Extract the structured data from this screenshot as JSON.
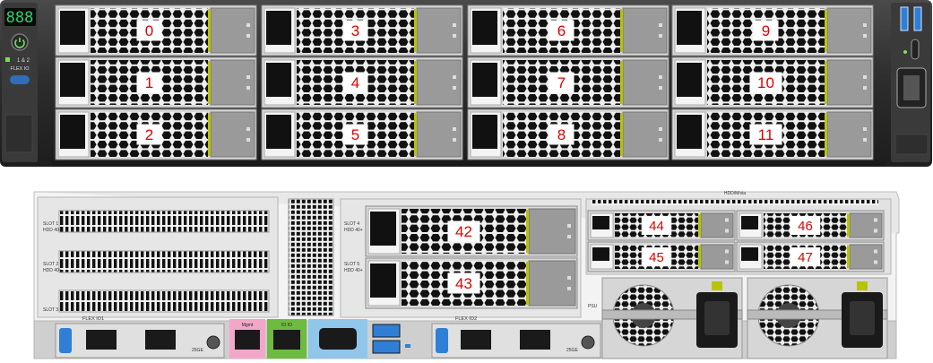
{
  "front": {
    "display": "888",
    "status_text": "1 & 2",
    "flex_io_label": "FLEX IO",
    "bays": [
      {
        "row": 0,
        "col": 0,
        "label": "0"
      },
      {
        "row": 0,
        "col": 1,
        "label": "3"
      },
      {
        "row": 0,
        "col": 2,
        "label": "6"
      },
      {
        "row": 0,
        "col": 3,
        "label": "9"
      },
      {
        "row": 1,
        "col": 0,
        "label": "1"
      },
      {
        "row": 1,
        "col": 1,
        "label": "4"
      },
      {
        "row": 1,
        "col": 2,
        "label": "7"
      },
      {
        "row": 1,
        "col": 3,
        "label": "10"
      },
      {
        "row": 2,
        "col": 0,
        "label": "2"
      },
      {
        "row": 2,
        "col": 1,
        "label": "5"
      },
      {
        "row": 2,
        "col": 2,
        "label": "8"
      },
      {
        "row": 2,
        "col": 3,
        "label": "11"
      }
    ]
  },
  "rear": {
    "slot_labels": [
      {
        "slot": "SLOT 1",
        "tag": "HDD 40+"
      },
      {
        "slot": "SLOT 2",
        "tag": "HDD 40+"
      },
      {
        "slot": "SLOT 3",
        "tag": ""
      },
      {
        "slot": "SLOT 4",
        "tag": "HDD 40+"
      },
      {
        "slot": "SLOT 5",
        "tag": "HDD 40+"
      }
    ],
    "mid_bays": [
      "42",
      "43"
    ],
    "small_bays": [
      {
        "label": "44",
        "pos": 0
      },
      {
        "label": "46",
        "pos": 1
      },
      {
        "label": "45",
        "pos": 2
      },
      {
        "label": "47",
        "pos": 3
      }
    ],
    "hdd_tag": "HDD/M/via",
    "flex_io1": "FLEX IO1",
    "flex_io2": "FLEX IO2",
    "mgmt": "Mgmt",
    "io_label": "IO IO",
    "psu_label": "PSU",
    "port_label": "25GE"
  },
  "colors": {
    "chassis": "#2b2b2b",
    "panel_gray": "#cfcfcf",
    "tray_gray": "#9a9a9a",
    "label_text": "#e00000",
    "latch": "#b8c400",
    "mgmt_pink": "#f2a7c9",
    "io_green": "#6dbb3f",
    "vga_blue": "#8fc6ea",
    "usb_blue": "#2f7fd6"
  }
}
